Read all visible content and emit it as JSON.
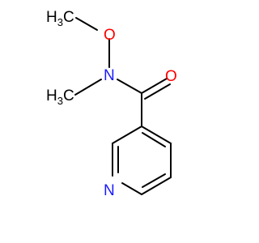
{
  "molecule": {
    "methoxy_methyl": {
      "main": "H",
      "sub": "3",
      "tail": "C"
    },
    "methoxy_oxygen": "O",
    "amide_nitrogen": "N",
    "n_methyl": {
      "main": "H",
      "sub": "3",
      "tail": "C"
    },
    "carbonyl_oxygen": "O",
    "ring_nitrogen": "N"
  },
  "colors": {
    "bond": "#000000",
    "nitrogen": "#1a1aff",
    "oxygen": "#ff0000",
    "carbon_label": "#000000"
  }
}
